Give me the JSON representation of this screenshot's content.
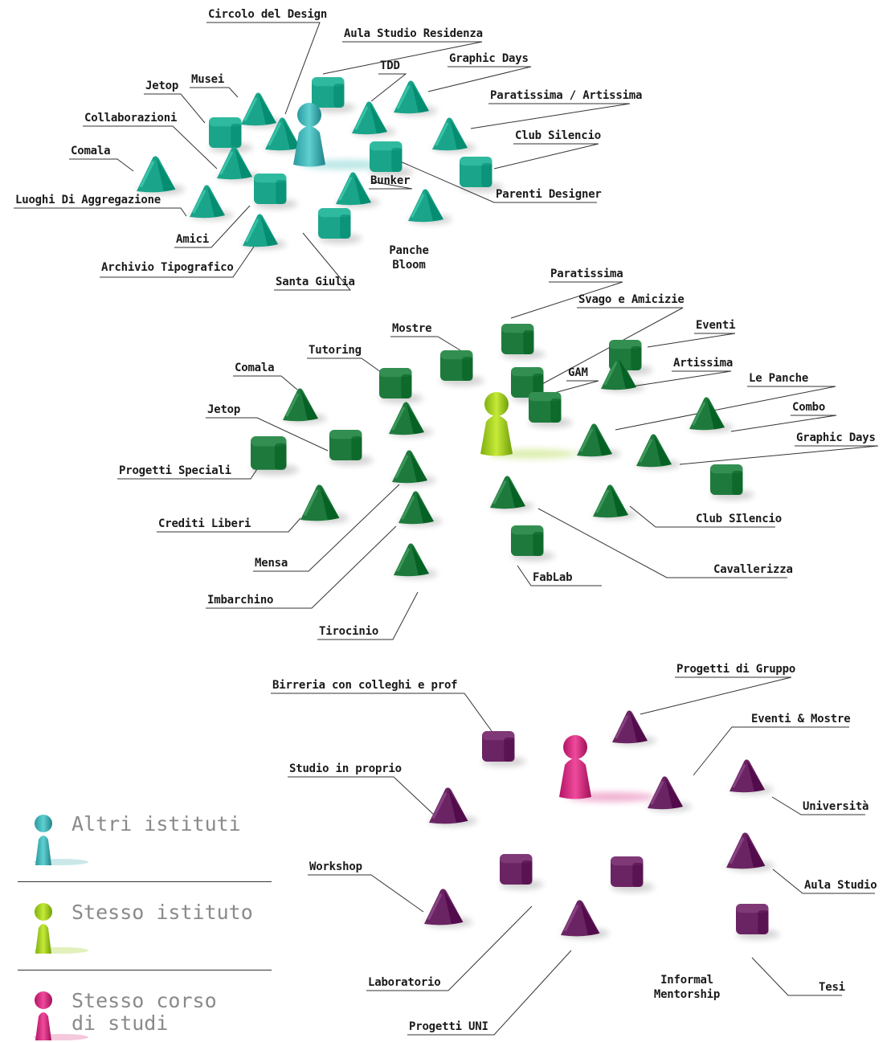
{
  "colors": {
    "teal": "#1aa58a",
    "teal_pawn": "#3bb8b8",
    "green": "#1e7a3c",
    "lime_pawn": "#9ccf1c",
    "purple": "#6a2463",
    "magenta_pawn": "#d6217e"
  },
  "groups": [
    {
      "id": "altri",
      "labels": [
        "Circolo del Design",
        "Aula Studio Residenza",
        "TDD",
        "Graphic Days",
        "Paratissima / Artissima",
        "Club Silencio",
        "Parenti Designer",
        "Bunker",
        "Panche Bloom",
        "Santa Giulia",
        "Archivio Tipografico",
        "Amici",
        "Luoghi Di Aggregazione",
        "Comala",
        "Collaborazioni",
        "Jetop",
        "Musei"
      ]
    },
    {
      "id": "stesso_istituto",
      "labels": [
        "Paratissima",
        "Svago e Amicizie",
        "Eventi",
        "Artissima",
        "GAM",
        "Le Panche",
        "Combo",
        "Graphic Days",
        "Club SIlencio",
        "Cavallerizza",
        "FabLab",
        "Tirocinio",
        "Imbarchino",
        "Mensa",
        "Crediti Liberi",
        "Progetti Speciali",
        "Jetop",
        "Comala",
        "Tutoring",
        "Mostre"
      ]
    },
    {
      "id": "stesso_corso",
      "labels": [
        "Birreria con colleghi e prof",
        "Progetti di Gruppo",
        "Eventi & Mostre",
        "Università",
        "Aula Studio",
        "Tesi",
        "Informal Mentorship",
        "Progetti UNI",
        "Laboratorio",
        "Workshop",
        "Studio in proprio"
      ]
    }
  ],
  "legend": [
    {
      "label": "Altri istituti",
      "color": "#3bb8b8"
    },
    {
      "label": "Stesso istituto",
      "color": "#9ccf1c"
    },
    {
      "label": "Stesso corso di studi",
      "color": "#d6217e"
    }
  ]
}
